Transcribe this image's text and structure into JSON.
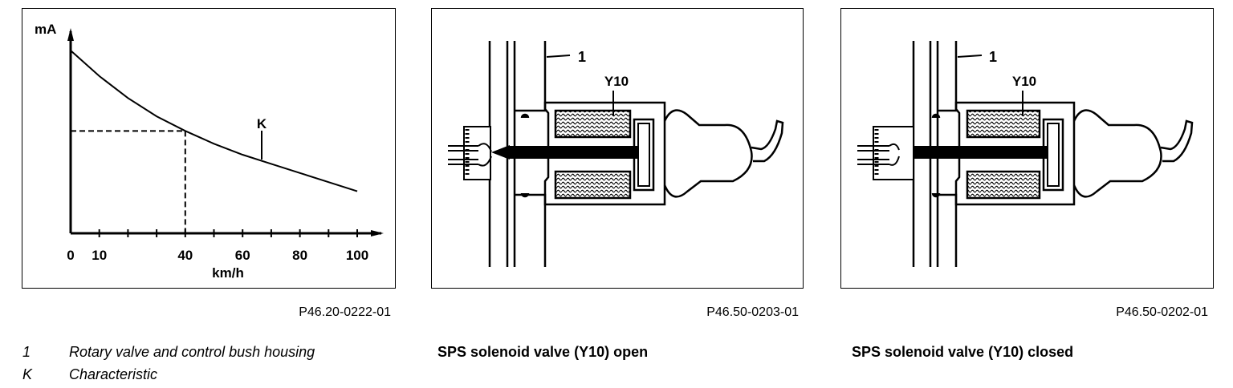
{
  "chart_panel": {
    "code": "P46.20-0222-01",
    "curve_label": "K"
  },
  "chart_data": {
    "type": "line",
    "xlabel": "km/h",
    "ylabel": "mA",
    "x_ticks": [
      "0",
      "10",
      "40",
      "60",
      "80",
      "100"
    ],
    "xlim": [
      0,
      100
    ],
    "series": [
      {
        "x": [
          0,
          10,
          20,
          30,
          40,
          50,
          60,
          70,
          80,
          90,
          100
        ],
        "y": [
          1.0,
          0.86,
          0.74,
          0.64,
          0.56,
          0.49,
          0.43,
          0.38,
          0.33,
          0.28,
          0.23
        ]
      }
    ],
    "reference": {
      "x": 40,
      "y": 0.56
    }
  },
  "open_panel": {
    "code": "P46.50-0203-01",
    "caption": "SPS solenoid valve (Y10) open",
    "callout_1": "1",
    "callout_y10": "Y10"
  },
  "closed_panel": {
    "code": "P46.50-0202-01",
    "caption": "SPS solenoid valve (Y10) closed",
    "callout_1": "1",
    "callout_y10": "Y10"
  },
  "legend": [
    {
      "key": "1",
      "text": "Rotary valve and control bush housing"
    },
    {
      "key": "K",
      "text": "Characteristic"
    }
  ]
}
